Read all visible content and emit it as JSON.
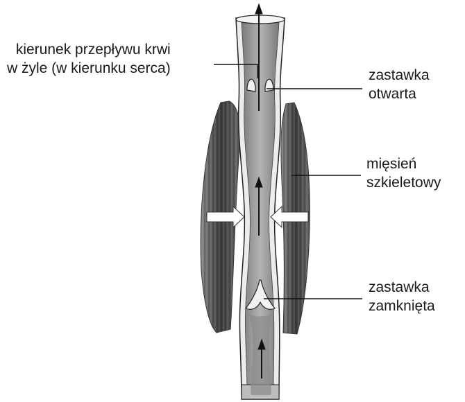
{
  "labels": {
    "flow": {
      "line1": "kierunek przepływu krwi",
      "line2": "w żyle (w kierunku serca)"
    },
    "valve_open": {
      "line1": "zastawka",
      "line2": "otwarta"
    },
    "muscle": {
      "line1": "mięsień",
      "line2": "szkieletowy"
    },
    "valve_closed": {
      "line1": "zastawka",
      "line2": "zamknięta"
    }
  },
  "colors": {
    "background": "#ffffff",
    "vein_fill": "#9a9a9a",
    "vein_wall": "#e8e8e8",
    "muscle": "#555555",
    "line": "#1a1a1a",
    "arrow_fill": "#ffffff"
  }
}
